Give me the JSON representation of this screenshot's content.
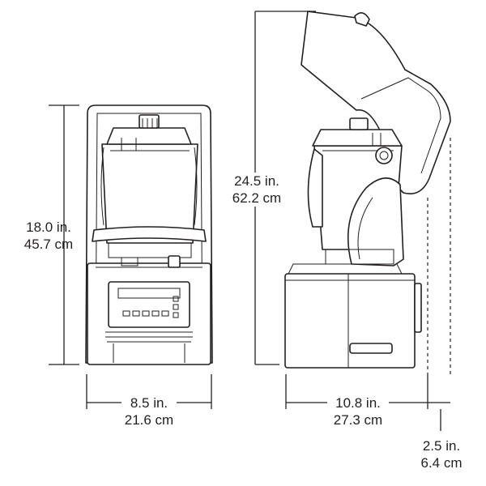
{
  "dimensions": {
    "front_height": {
      "inches": "18.0 in.",
      "cm": "45.7 cm"
    },
    "front_width": {
      "inches": "8.5 in.",
      "cm": "21.6 cm"
    },
    "side_height": {
      "inches": "24.5 in.",
      "cm": "62.2 cm"
    },
    "side_depth": {
      "inches": "10.8 in.",
      "cm": "27.3 cm"
    },
    "lid_clearance": {
      "inches": "2.5 in.",
      "cm": "6.4 cm"
    }
  },
  "colors": {
    "line": "#231f20",
    "background": "#ffffff"
  }
}
